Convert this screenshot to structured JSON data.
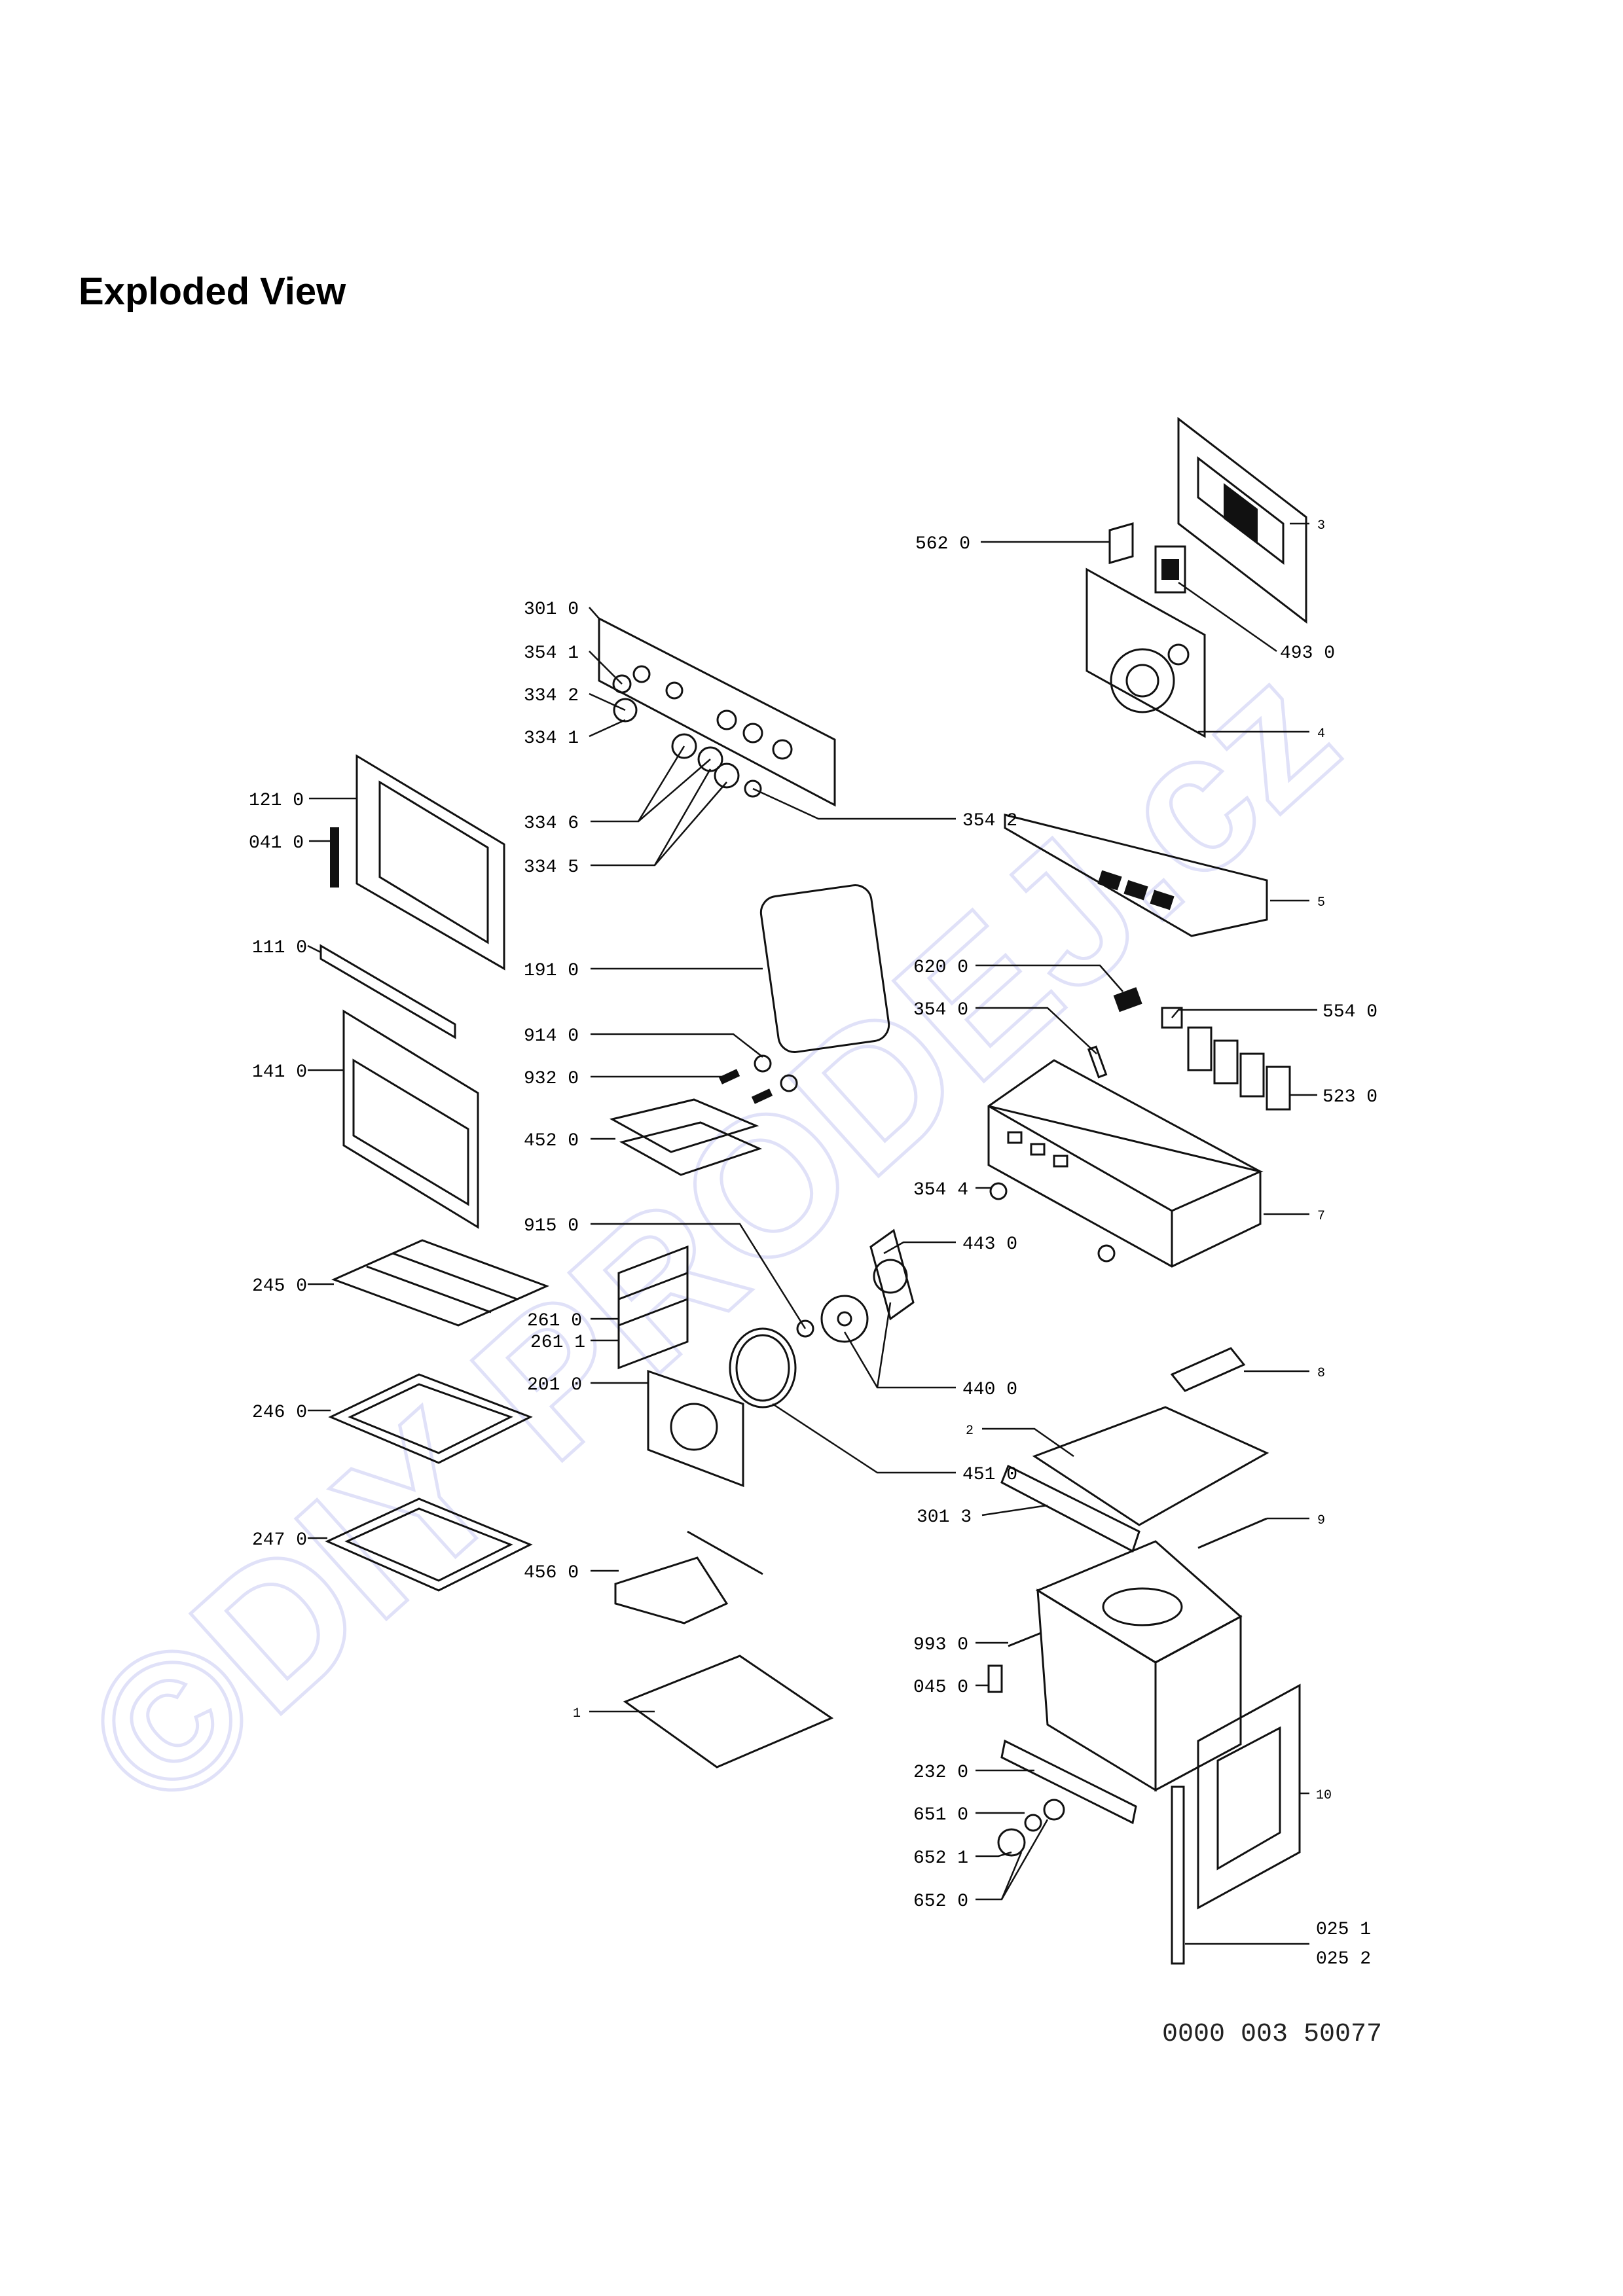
{
  "title": "Exploded View",
  "document_code": "0000 003 50077",
  "watermark": "©DIY PRODEJ.cz",
  "labels": [
    {
      "id": "562-0",
      "text": "562 0"
    },
    {
      "id": "3",
      "text": "3"
    },
    {
      "id": "493-0",
      "text": "493 0"
    },
    {
      "id": "4",
      "text": "4"
    },
    {
      "id": "301-0",
      "text": "301 0"
    },
    {
      "id": "354-1",
      "text": "354 1"
    },
    {
      "id": "334-2",
      "text": "334 2"
    },
    {
      "id": "334-1",
      "text": "334 1"
    },
    {
      "id": "121-0",
      "text": "121 0"
    },
    {
      "id": "041-0",
      "text": "041 0"
    },
    {
      "id": "334-6",
      "text": "334 6"
    },
    {
      "id": "354-2",
      "text": "354 2"
    },
    {
      "id": "334-5",
      "text": "334 5"
    },
    {
      "id": "5",
      "text": "5"
    },
    {
      "id": "111-0",
      "text": "111 0"
    },
    {
      "id": "191-0",
      "text": "191 0"
    },
    {
      "id": "620-0",
      "text": "620 0"
    },
    {
      "id": "354-0",
      "text": "354 0"
    },
    {
      "id": "554-0",
      "text": "554 0"
    },
    {
      "id": "141-0",
      "text": "141 0"
    },
    {
      "id": "914-0",
      "text": "914 0"
    },
    {
      "id": "932-0",
      "text": "932 0"
    },
    {
      "id": "523-0",
      "text": "523 0"
    },
    {
      "id": "452-0",
      "text": "452 0"
    },
    {
      "id": "354-4",
      "text": "354 4"
    },
    {
      "id": "7",
      "text": "7"
    },
    {
      "id": "915-0",
      "text": "915 0"
    },
    {
      "id": "443-0",
      "text": "443 0"
    },
    {
      "id": "245-0",
      "text": "245 0"
    },
    {
      "id": "261-0",
      "text": "261 0"
    },
    {
      "id": "261-1",
      "text": "261 1"
    },
    {
      "id": "8",
      "text": "8"
    },
    {
      "id": "201-0",
      "text": "201 0"
    },
    {
      "id": "440-0",
      "text": "440 0"
    },
    {
      "id": "246-0",
      "text": "246 0"
    },
    {
      "id": "2",
      "text": "2"
    },
    {
      "id": "451-0",
      "text": "451 0"
    },
    {
      "id": "301-3",
      "text": "301 3"
    },
    {
      "id": "9",
      "text": "9"
    },
    {
      "id": "247-0",
      "text": "247 0"
    },
    {
      "id": "456-0",
      "text": "456 0"
    },
    {
      "id": "993-0",
      "text": "993 0"
    },
    {
      "id": "045-0",
      "text": "045 0"
    },
    {
      "id": "1",
      "text": "1"
    },
    {
      "id": "232-0",
      "text": "232 0"
    },
    {
      "id": "10",
      "text": "10"
    },
    {
      "id": "651-0",
      "text": "651 0"
    },
    {
      "id": "652-1",
      "text": "652 1"
    },
    {
      "id": "652-0",
      "text": "652 0"
    },
    {
      "id": "025-1",
      "text": "025 1"
    },
    {
      "id": "025-2",
      "text": "025 2"
    }
  ]
}
